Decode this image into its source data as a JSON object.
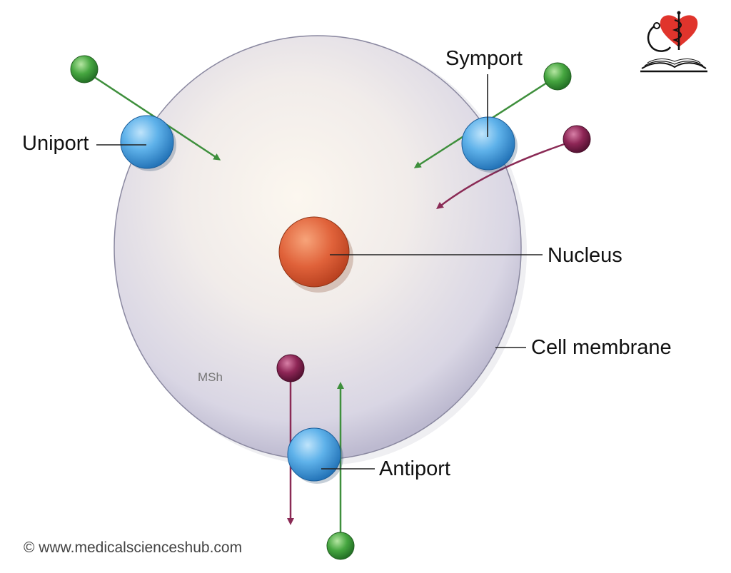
{
  "labels": {
    "uniport": "Uniport",
    "symport": "Symport",
    "nucleus": "Nucleus",
    "cell_membrane": "Cell membrane",
    "antiport": "Antiport"
  },
  "watermark": "MSh",
  "copyright": "© www.medicalscienceshub.com",
  "colors": {
    "cell": "#dcdae6",
    "cell_center": "#fbf6ee",
    "membrane_edge": "#8a88a0",
    "nucleus": "#e0623a",
    "transporter": "#4aa3e0",
    "green_molecule": "#3f9a3a",
    "purple_molecule": "#8e2656",
    "green_arrow": "#3e8f3c",
    "purple_arrow": "#8a2a55",
    "logo_heart": "#e0342c"
  },
  "icons": {
    "logo": "heart-stethoscope-book-icon"
  }
}
